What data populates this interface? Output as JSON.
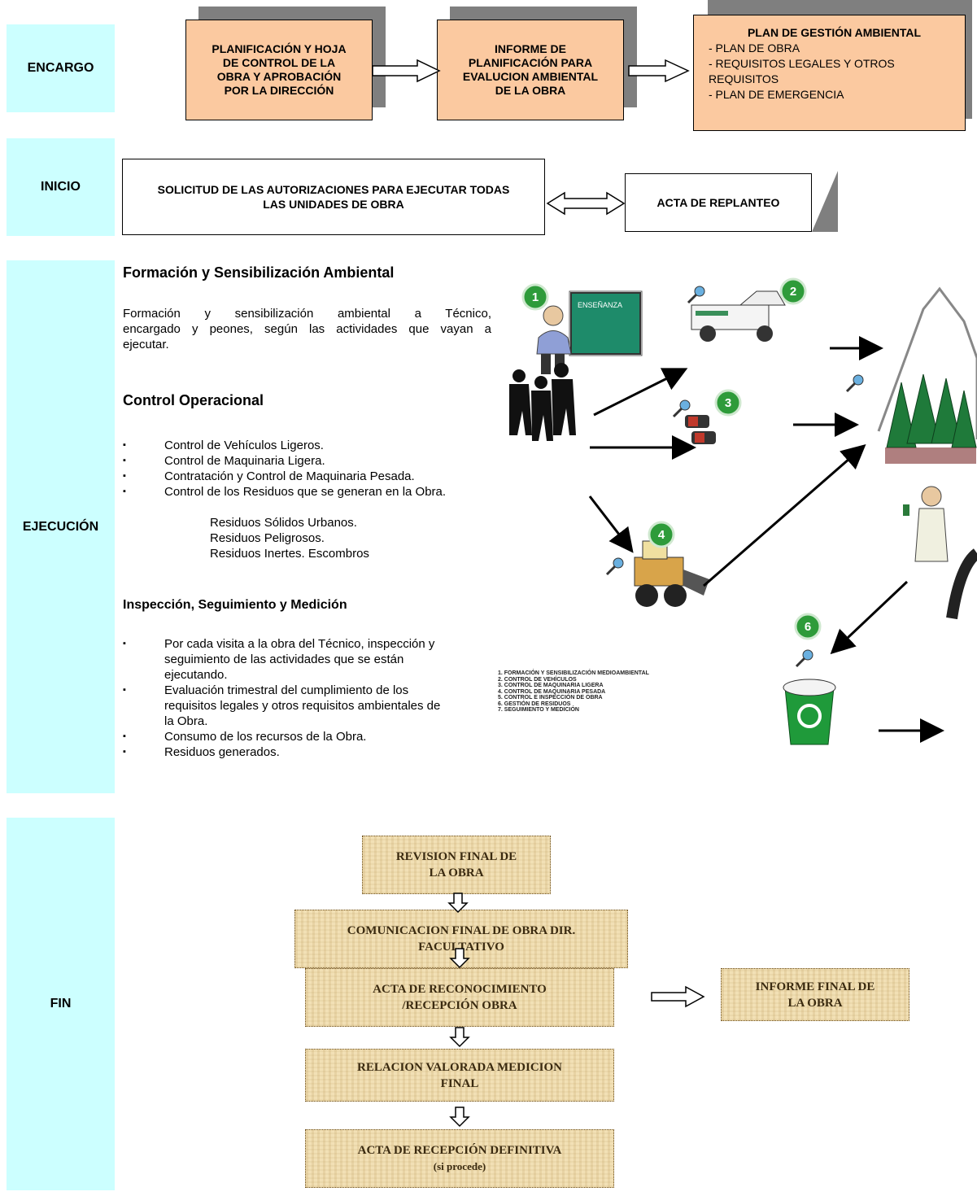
{
  "stages": {
    "encargo": "ENCARGO",
    "inicio": "INICIO",
    "ejecucion": "EJECUCIÓN",
    "fin": "FIN"
  },
  "encargo": {
    "box1": [
      "PLANIFICACIÓN Y HOJA",
      "DE CONTROL DE LA",
      "OBRA Y APROBACIÓN",
      "POR LA DIRECCIÓN"
    ],
    "box2": [
      "INFORME DE",
      "PLANIFICACIÓN PARA",
      "EVALUCION AMBIENTAL",
      "DE LA OBRA"
    ],
    "box3_title": "PLAN DE GESTIÓN AMBIENTAL",
    "box3_items": [
      "- PLAN DE OBRA",
      "- REQUISITOS LEGALES Y OTROS",
      "REQUISITOS",
      "- PLAN DE EMERGENCIA"
    ]
  },
  "inicio": {
    "box1": [
      "SOLICITUD DE LAS AUTORIZACIONES PARA EJECUTAR TODAS",
      "LAS UNIDADES DE OBRA"
    ],
    "box2": "ACTA DE REPLANTEO"
  },
  "ejecucion": {
    "section1_title": "Formación y Sensibilización Ambiental",
    "section1_lines": [
      "Formación y sensibilización ambiental a Técnico,",
      "encargado y peones, según las actividades que vayan a",
      "ejecutar."
    ],
    "section2_title": "Control Operacional",
    "section2_items": [
      "Control de Vehículos Ligeros.",
      "Control de Maquinaria Ligera.",
      "Contratación y Control de Maquinaria Pesada.",
      "Control de los Residuos que se generan en la Obra."
    ],
    "section2_subitems": [
      "Residuos Sólidos Urbanos.",
      "Residuos Peligrosos.",
      "Residuos Inertes. Escombros"
    ],
    "section3_title": "Inspección, Seguimiento y Medición",
    "section3_items": [
      [
        "Por cada visita a la obra del Técnico, inspección y",
        "seguimiento de las actividades que se están",
        "ejecutando."
      ],
      [
        "Evaluación trimestral del cumplimiento de los",
        "requisitos legales y otros requisitos ambientales de",
        "la Obra."
      ],
      [
        "Consumo de los recursos de la Obra."
      ],
      [
        "Residuos generados."
      ]
    ]
  },
  "illustration": {
    "board_text": "ENSEÑANZA",
    "badges": [
      "1",
      "2",
      "3",
      "4",
      "6"
    ],
    "legend": [
      "1. FORMACIÓN Y SENSIBILIZACIÓN MEDIOAMBIENTAL",
      "2. CONTROL DE VEHÍCULOS",
      "3. CONTROL DE MAQUINARIA LIGERA",
      "4. CONTROL DE MAQUINARIA PESADA",
      "5. CONTROL E INSPECCIÓN DE OBRA",
      "6. GESTIÓN DE RESIDUOS",
      "7. SEGUIMIENTO Y MEDICIÓN"
    ]
  },
  "fin": {
    "revision": [
      "REVISION FINAL DE",
      "LA OBRA"
    ],
    "comunicacion": [
      "COMUNICACION FINAL DE OBRA DIR.",
      "FACULTATIVO"
    ],
    "acta_reconocimiento": [
      "ACTA DE RECONOCIMIENTO",
      "/RECEPCIÓN OBRA"
    ],
    "informe_final": [
      "INFORME FINAL DE",
      "LA OBRA"
    ],
    "relacion": [
      "RELACION VALORADA MEDICION",
      "FINAL"
    ],
    "acta_definitiva": [
      "ACTA DE RECEPCIÓN DEFINITIVA",
      "(si procede)"
    ]
  },
  "colors": {
    "stage_bg": "#ccffff",
    "orange_box": "#fbc9a0",
    "parchment": "#f1deb0",
    "badge_green": "#2e9b3a"
  }
}
